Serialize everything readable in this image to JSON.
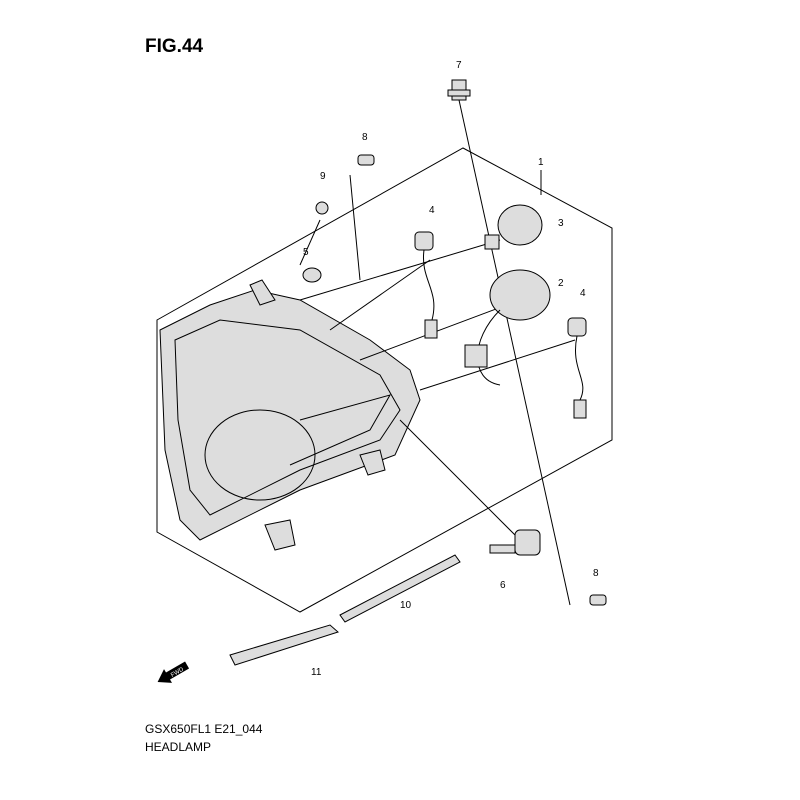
{
  "figure": {
    "title": "FIG.44",
    "code": "GSX650FL1 E21_044",
    "name": "HEADLAMP"
  },
  "callouts": [
    "7",
    "8",
    "1",
    "9",
    "4",
    "3",
    "5",
    "2",
    "4",
    "6",
    "8",
    "10",
    "11"
  ],
  "fwd_icon": {
    "label": "FWD",
    "icon": "arrow-left-icon"
  }
}
